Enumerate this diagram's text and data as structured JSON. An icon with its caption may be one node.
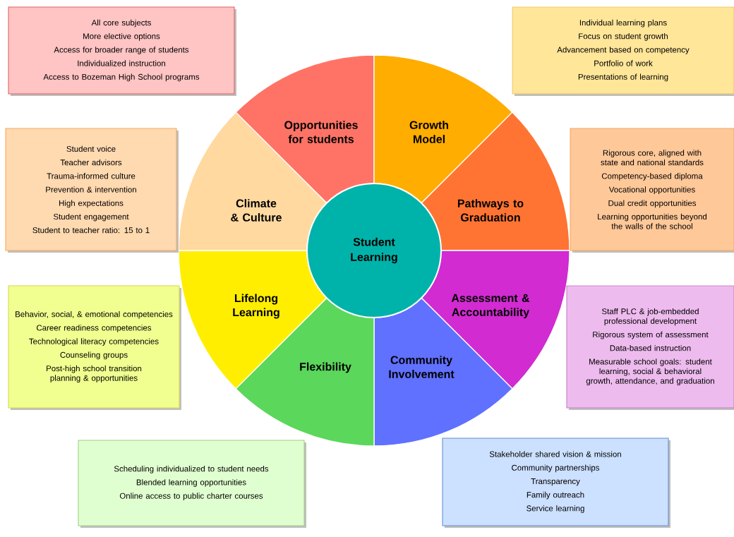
{
  "diagram": {
    "nodes": [
      {
        "text": [
          "Student Learning"
        ]
      },
      {
        "text": [
          "Opportunities for students"
        ]
      },
      {
        "text": [
          "Growth Model"
        ]
      },
      {
        "text": [
          "Pathways to Graduation"
        ]
      },
      {
        "text": [
          "Assessment & Accountability"
        ]
      },
      {
        "text": [
          "Community Involvement"
        ]
      },
      {
        "text": [
          "Flexibility"
        ]
      },
      {
        "text": [
          "Lifelong Learning"
        ]
      },
      {
        "text": [
          "Climate & Culture"
        ]
      },
      {
        "text": [
          "All core subjects",
          "More elective options",
          "Access for broader range of students",
          "Individualized instruction",
          "Access to Bozeman High School programs"
        ]
      },
      {
        "text": [
          "Individual learning plans",
          "Focus on student growth",
          "Advancement based on competency",
          "Portfolio of work",
          "Presentations of learning"
        ]
      },
      {
        "text": [
          "Rigorous core, aligned with state and national standards",
          "Competency-based diploma",
          "Vocational opportunities",
          "Dual credit opportunities",
          "Learning opportunities beyond the walls of the school"
        ]
      },
      {
        "text": [
          "Staff PLC & job-embedded professional development",
          "Rigorous system of assessment",
          "Data-based instruction",
          "Measurable school goals: student learning, social & behavioral growth, attendance, and graduation"
        ]
      },
      {
        "text": [
          "Stakeholder shared vision & mission",
          "Community partnerships",
          "Transparency",
          "Family outreach",
          "Service learning"
        ]
      },
      {
        "text": [
          "Scheduling individualized to student needs",
          "Blended learning opportunities",
          "Online access to public charter courses"
        ]
      },
      {
        "text": [
          "Behavior, social, & emotional competencies",
          "Career readiness competencies",
          "Technological literacy competencies",
          "Counseling groups",
          "Post-high school transition planning & opportunities"
        ]
      },
      {
        "text": [
          "Student voice",
          "Teacher advisors",
          "Trauma-informed culture",
          "Prevention & intervention",
          "High expectations",
          "Student engagement",
          "Student to teacher ratio: 15 to 1"
        ]
      }
    ]
  }
}
